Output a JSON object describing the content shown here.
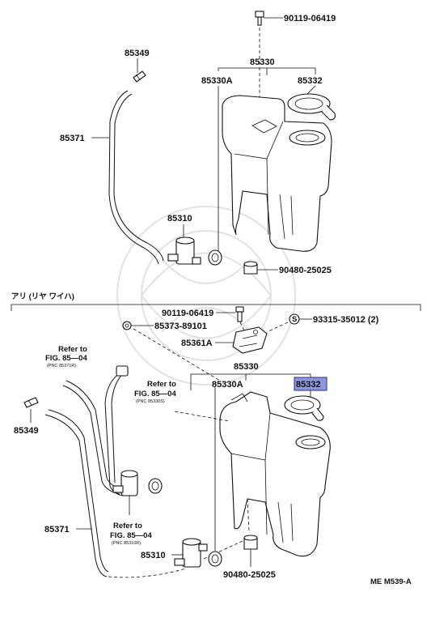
{
  "section_header": "アリ (リヤ ワイハ)",
  "figure_code": "ME M539-A",
  "highlight_color": "#8e96d8",
  "upper": {
    "bolt": "90119-06419",
    "connector": "85349",
    "tank_assy": "85330",
    "tank": "85330A",
    "cap": "85332",
    "hose": "85371",
    "motor_pump": "85310",
    "grommet": "90480-25025"
  },
  "lower": {
    "bolt": "90119-06419",
    "clamp": "85373-89101",
    "bracket": "85361A",
    "screw_symbol": "S",
    "screw": "93315-35012 (2)",
    "tank_assy": "85330",
    "tank": "85330A",
    "cap": "85332",
    "connector": "85349",
    "hose": "85371",
    "motor_pump": "85310",
    "grommet": "90480-25025",
    "ref1_title": "Refer to",
    "ref1_fig": "FIG. 85—04",
    "ref1_pnc": "(PNC 85371R)",
    "ref2_title": "Refer to",
    "ref2_fig": "FIG. 85—04",
    "ref2_pnc": "(PNC 85330S)",
    "ref3_title": "Refer to",
    "ref3_fig": "FIG. 85—04",
    "ref3_pnc": "(PNC 85310R)"
  }
}
